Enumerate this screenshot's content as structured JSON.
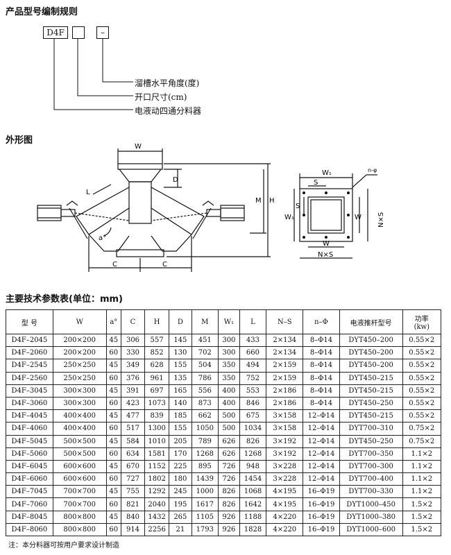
{
  "code_rules": {
    "title": "产品型号编制规则",
    "code_prefix": "D4F",
    "code_dash": "–",
    "legend": [
      "溜槽水平角度(度)",
      "开口尺寸(cm)",
      "电液动四通分料器"
    ]
  },
  "outline": {
    "title": "外形图",
    "front_labels": {
      "W": "W",
      "D": "D",
      "M": "M",
      "H": "H",
      "L": "L",
      "a": "a°",
      "C_left": "C",
      "C_right": "C"
    },
    "top_labels": {
      "W1_top": "W₁",
      "S_top": "S",
      "n_phi": "n-φ",
      "S_left": "S",
      "W1_left": "W₁",
      "W_right": "W",
      "NS_right": "N×S",
      "W_bottom": "W",
      "NS_bottom": "N×S"
    }
  },
  "spec_table": {
    "title": "主要技术参数表(单位：mm)",
    "headers": [
      "型  号",
      "W",
      "a°",
      "C",
      "H",
      "D",
      "M",
      "W₁",
      "L",
      "N–S",
      "n–Φ",
      "电液推杆型号",
      "功率\n(kw)"
    ],
    "rows": [
      [
        "D4F–2045",
        "200×200",
        "45",
        "306",
        "557",
        "145",
        "451",
        "300",
        "433",
        "2×134",
        "8–Φ14",
        "DYT450–200",
        "0.55×2"
      ],
      [
        "D4F–2060",
        "200×200",
        "60",
        "330",
        "852",
        "130",
        "702",
        "300",
        "660",
        "2×134",
        "8–Φ14",
        "DYT450–200",
        "0.55×2"
      ],
      [
        "D4F–2545",
        "250×250",
        "45",
        "349",
        "628",
        "155",
        "504",
        "350",
        "494",
        "2×159",
        "8–Φ14",
        "DYT450–200",
        "0.55×2"
      ],
      [
        "D4F–2560",
        "250×250",
        "60",
        "376",
        "961",
        "135",
        "786",
        "350",
        "752",
        "2×159",
        "8–Φ14",
        "DYT450–215",
        "0.55×2"
      ],
      [
        "D4F–3045",
        "300×300",
        "45",
        "391",
        "697",
        "165",
        "556",
        "400",
        "553",
        "2×186",
        "8–Φ14",
        "DYT450–215",
        "0.55×2"
      ],
      [
        "D4F–3060",
        "300×300",
        "60",
        "423",
        "1073",
        "140",
        "873",
        "400",
        "846",
        "2×186",
        "8–Φ14",
        "DYT450–250",
        "0.55×2"
      ],
      [
        "D4F–4045",
        "400×400",
        "45",
        "477",
        "839",
        "185",
        "662",
        "500",
        "675",
        "3×158",
        "12–Φ14",
        "DYT450–215",
        "0.55×2"
      ],
      [
        "D4F–4060",
        "400×400",
        "60",
        "517",
        "1300",
        "155",
        "1050",
        "500",
        "1034",
        "3×158",
        "12–Φ14",
        "DYT700–310",
        "0.75×2"
      ],
      [
        "D4F–5045",
        "500×500",
        "45",
        "584",
        "1010",
        "205",
        "789",
        "626",
        "826",
        "3×192",
        "12–Φ14",
        "DYT450–250",
        "0.75×2"
      ],
      [
        "D4F–5060",
        "500×500",
        "60",
        "634",
        "1581",
        "170",
        "1268",
        "626",
        "1268",
        "3×192",
        "12–Φ14",
        "DYT700–350",
        "1.1×2"
      ],
      [
        "D4F–6045",
        "600×600",
        "45",
        "670",
        "1152",
        "225",
        "895",
        "726",
        "948",
        "3×228",
        "12–Φ14",
        "DYT700–300",
        "1.1×2"
      ],
      [
        "D4F–6060",
        "600×600",
        "60",
        "727",
        "1802",
        "180",
        "1439",
        "726",
        "1454",
        "3×228",
        "12–Φ14",
        "DYT700–400",
        "1.1×2"
      ],
      [
        "D4F–7045",
        "700×700",
        "45",
        "755",
        "1292",
        "245",
        "1000",
        "826",
        "1068",
        "4×195",
        "16–Φ19",
        "DYT700–330",
        "1.1×2"
      ],
      [
        "D4F–7060",
        "700×700",
        "60",
        "821",
        "2040",
        "195",
        "1617",
        "826",
        "1642",
        "4×195",
        "16–Φ19",
        "DYT1000–450",
        "1.5×2"
      ],
      [
        "D4F–8045",
        "800×800",
        "45",
        "840",
        "1432",
        "265",
        "1105",
        "926",
        "1188",
        "4×220",
        "16–Φ19",
        "DYT1000–380",
        "1.5×2"
      ],
      [
        "D4F–8060",
        "800×800",
        "60",
        "914",
        "2256",
        "21",
        "1793",
        "926",
        "1828",
        "4×220",
        "16–Φ19",
        "DYT1000–600",
        "1.5×2"
      ]
    ],
    "footnote": "注：本分料器可按用户要求设计制造"
  }
}
